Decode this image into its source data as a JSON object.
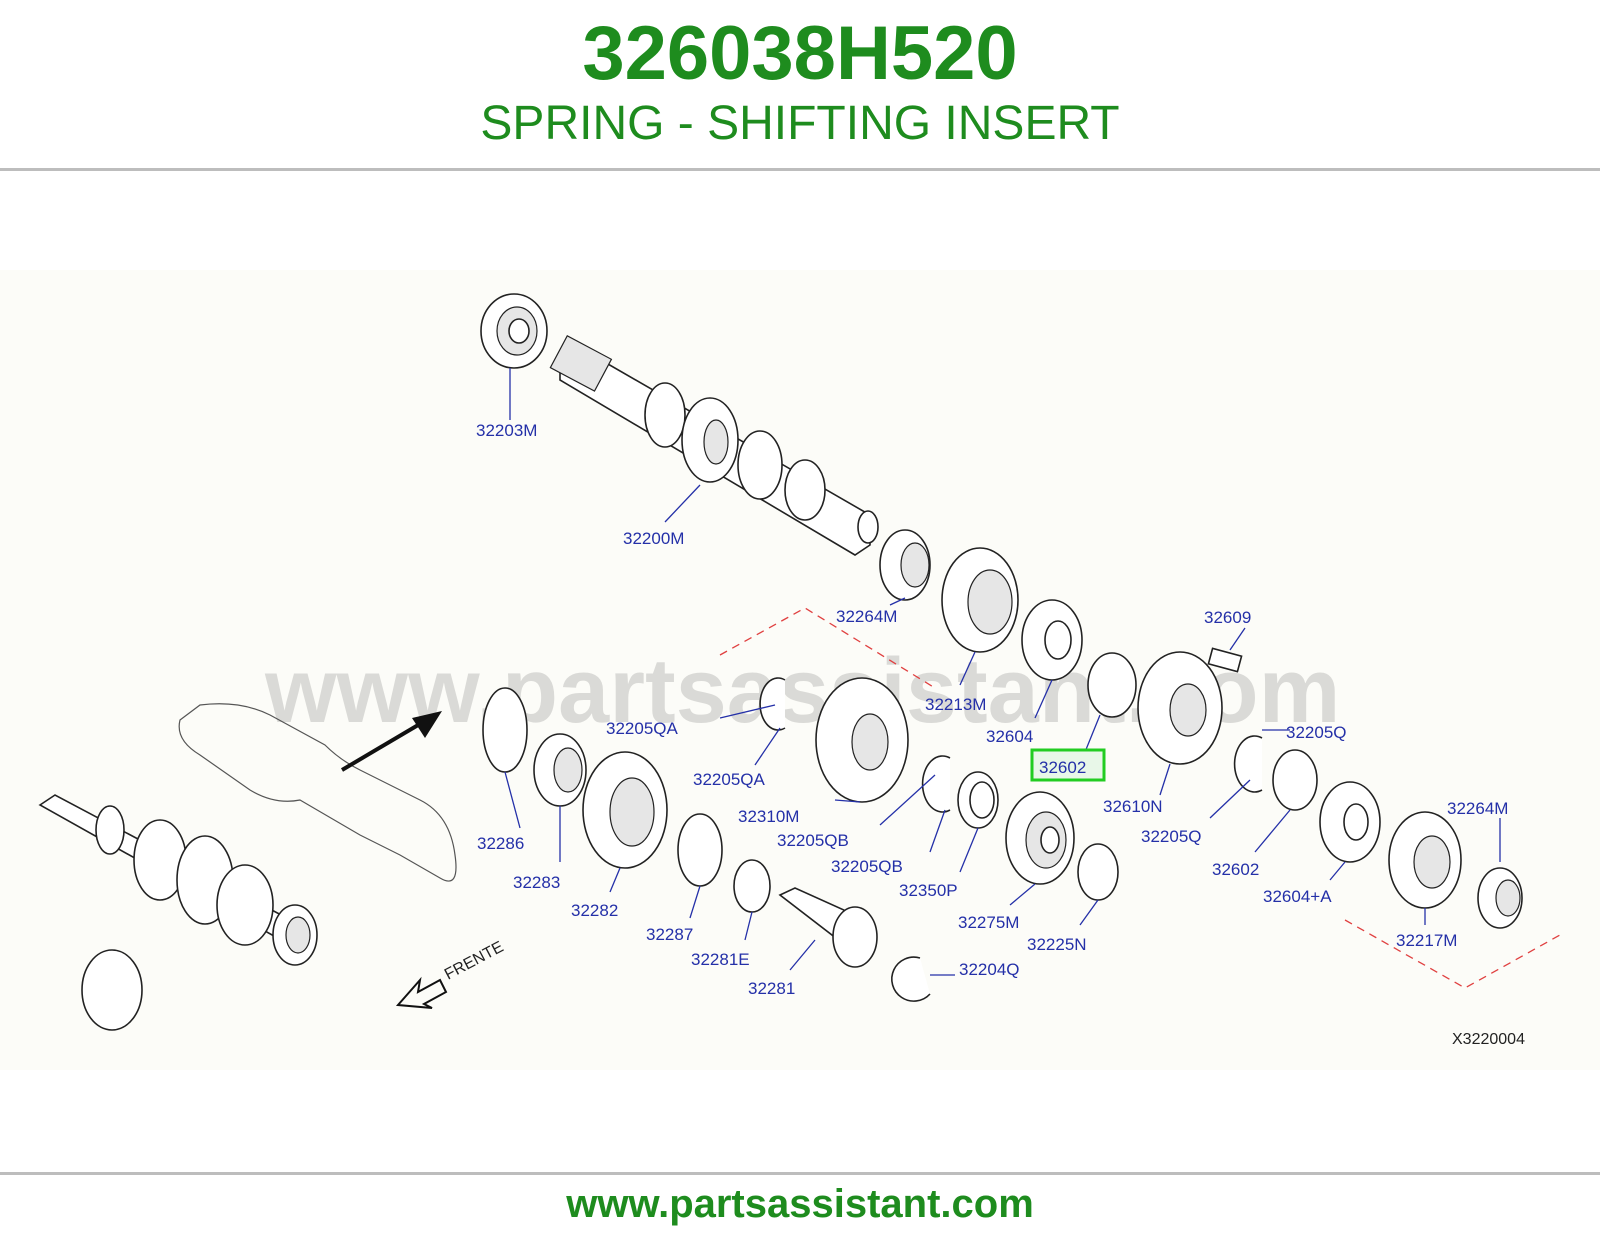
{
  "header": {
    "part_number": "326038H520",
    "part_name": "SPRING - SHIFTING INSERT"
  },
  "diagram": {
    "watermark": "www.partsassistant.com",
    "direction_label": "FRENTE",
    "diagram_code": "X3220004",
    "highlighted_callout": "32602",
    "callouts": [
      "32203M",
      "32200M",
      "32264M",
      "32609",
      "32213M",
      "32205QA",
      "32604",
      "32205QA",
      "32602",
      "32205Q",
      "32610N",
      "32310M",
      "32264M",
      "32286",
      "32205QB",
      "32205Q",
      "32283",
      "32205QB",
      "32602",
      "32282",
      "32350P",
      "32604+A",
      "32275M",
      "32287",
      "32217M",
      "32225N",
      "32281E",
      "32204Q",
      "32281"
    ]
  },
  "footer": {
    "url": "www.partsassistant.com"
  },
  "colors": {
    "brand_green": "#1e8c1e",
    "callout_blue": "#2430a8",
    "highlight_box": "#22cc22",
    "dashed_outline": "#e04040"
  }
}
